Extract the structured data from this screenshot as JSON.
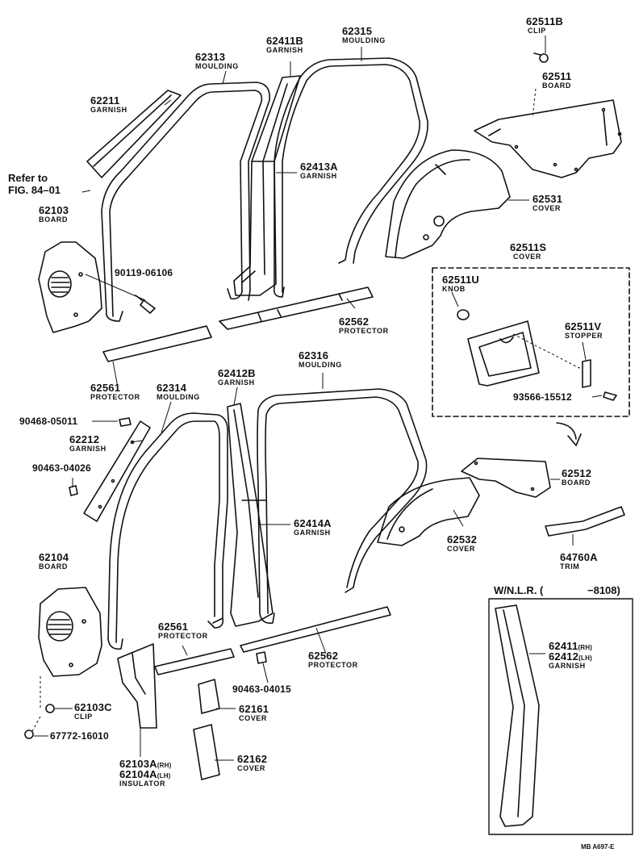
{
  "refer": {
    "line1": "Refer to",
    "line2": "FIG. 84–01"
  },
  "labels": {
    "p62511B": {
      "num": "62511B",
      "name": "CLIP"
    },
    "p62511": {
      "num": "62511",
      "name": "BOARD"
    },
    "p62411B": {
      "num": "62411B",
      "name": "GARNISH"
    },
    "p62315": {
      "num": "62315",
      "name": "MOULDING"
    },
    "p62313": {
      "num": "62313",
      "name": "MOULDING"
    },
    "p62211": {
      "num": "62211",
      "name": "GARNISH"
    },
    "p62103": {
      "num": "62103",
      "name": "BOARD"
    },
    "p62413A": {
      "num": "62413A",
      "name": "GARNISH"
    },
    "p62531": {
      "num": "62531",
      "name": "COVER"
    },
    "p62511S": {
      "num": "62511S",
      "name": "COVER"
    },
    "p62511U": {
      "num": "62511U",
      "name": "KNOB"
    },
    "p62511V": {
      "num": "62511V",
      "name": "STOPPER"
    },
    "p90119": {
      "num": "90119-06106"
    },
    "p62562a": {
      "num": "62562",
      "name": "PROTECTOR"
    },
    "p62561a": {
      "num": "62561",
      "name": "PROTECTOR"
    },
    "p62314": {
      "num": "62314",
      "name": "MOULDING"
    },
    "p62412B": {
      "num": "62412B",
      "name": "GARNISH"
    },
    "p62316": {
      "num": "62316",
      "name": "MOULDING"
    },
    "p93566": {
      "num": "93566-15512"
    },
    "p90468": {
      "num": "90468-05011"
    },
    "p62212": {
      "num": "62212",
      "name": "GARNISH"
    },
    "p90463a": {
      "num": "90463-04026"
    },
    "p62512": {
      "num": "62512",
      "name": "BOARD"
    },
    "p62414A": {
      "num": "62414A",
      "name": "GARNISH"
    },
    "p62532": {
      "num": "62532",
      "name": "COVER"
    },
    "p64760A": {
      "num": "64760A",
      "name": "TRIM"
    },
    "p62104": {
      "num": "62104",
      "name": "BOARD"
    },
    "p62561b": {
      "num": "62561",
      "name": "PROTECTOR"
    },
    "p62562b": {
      "num": "62562",
      "name": "PROTECTOR"
    },
    "p90463b": {
      "num": "90463-04015"
    },
    "p62161": {
      "num": "62161",
      "name": "COVER"
    },
    "p62162": {
      "num": "62162",
      "name": "COVER"
    },
    "p62103C": {
      "num": "62103C",
      "name": "CLIP"
    },
    "p67772": {
      "num": "67772-16010"
    },
    "p62103A": {
      "num": "62103A",
      "suffix": "(RH)"
    },
    "p62104A": {
      "num": "62104A",
      "suffix": "(LH)",
      "name": "INSULATOR"
    },
    "p62411": {
      "num": "62411",
      "suffix": "(RH)"
    },
    "p62412": {
      "num": "62412",
      "suffix": "(LH)",
      "name": "GARNISH"
    }
  },
  "wnlr": {
    "label": "W/N.L.R. (",
    "range": "−8108)"
  },
  "drawing_code": "MB A697-E"
}
